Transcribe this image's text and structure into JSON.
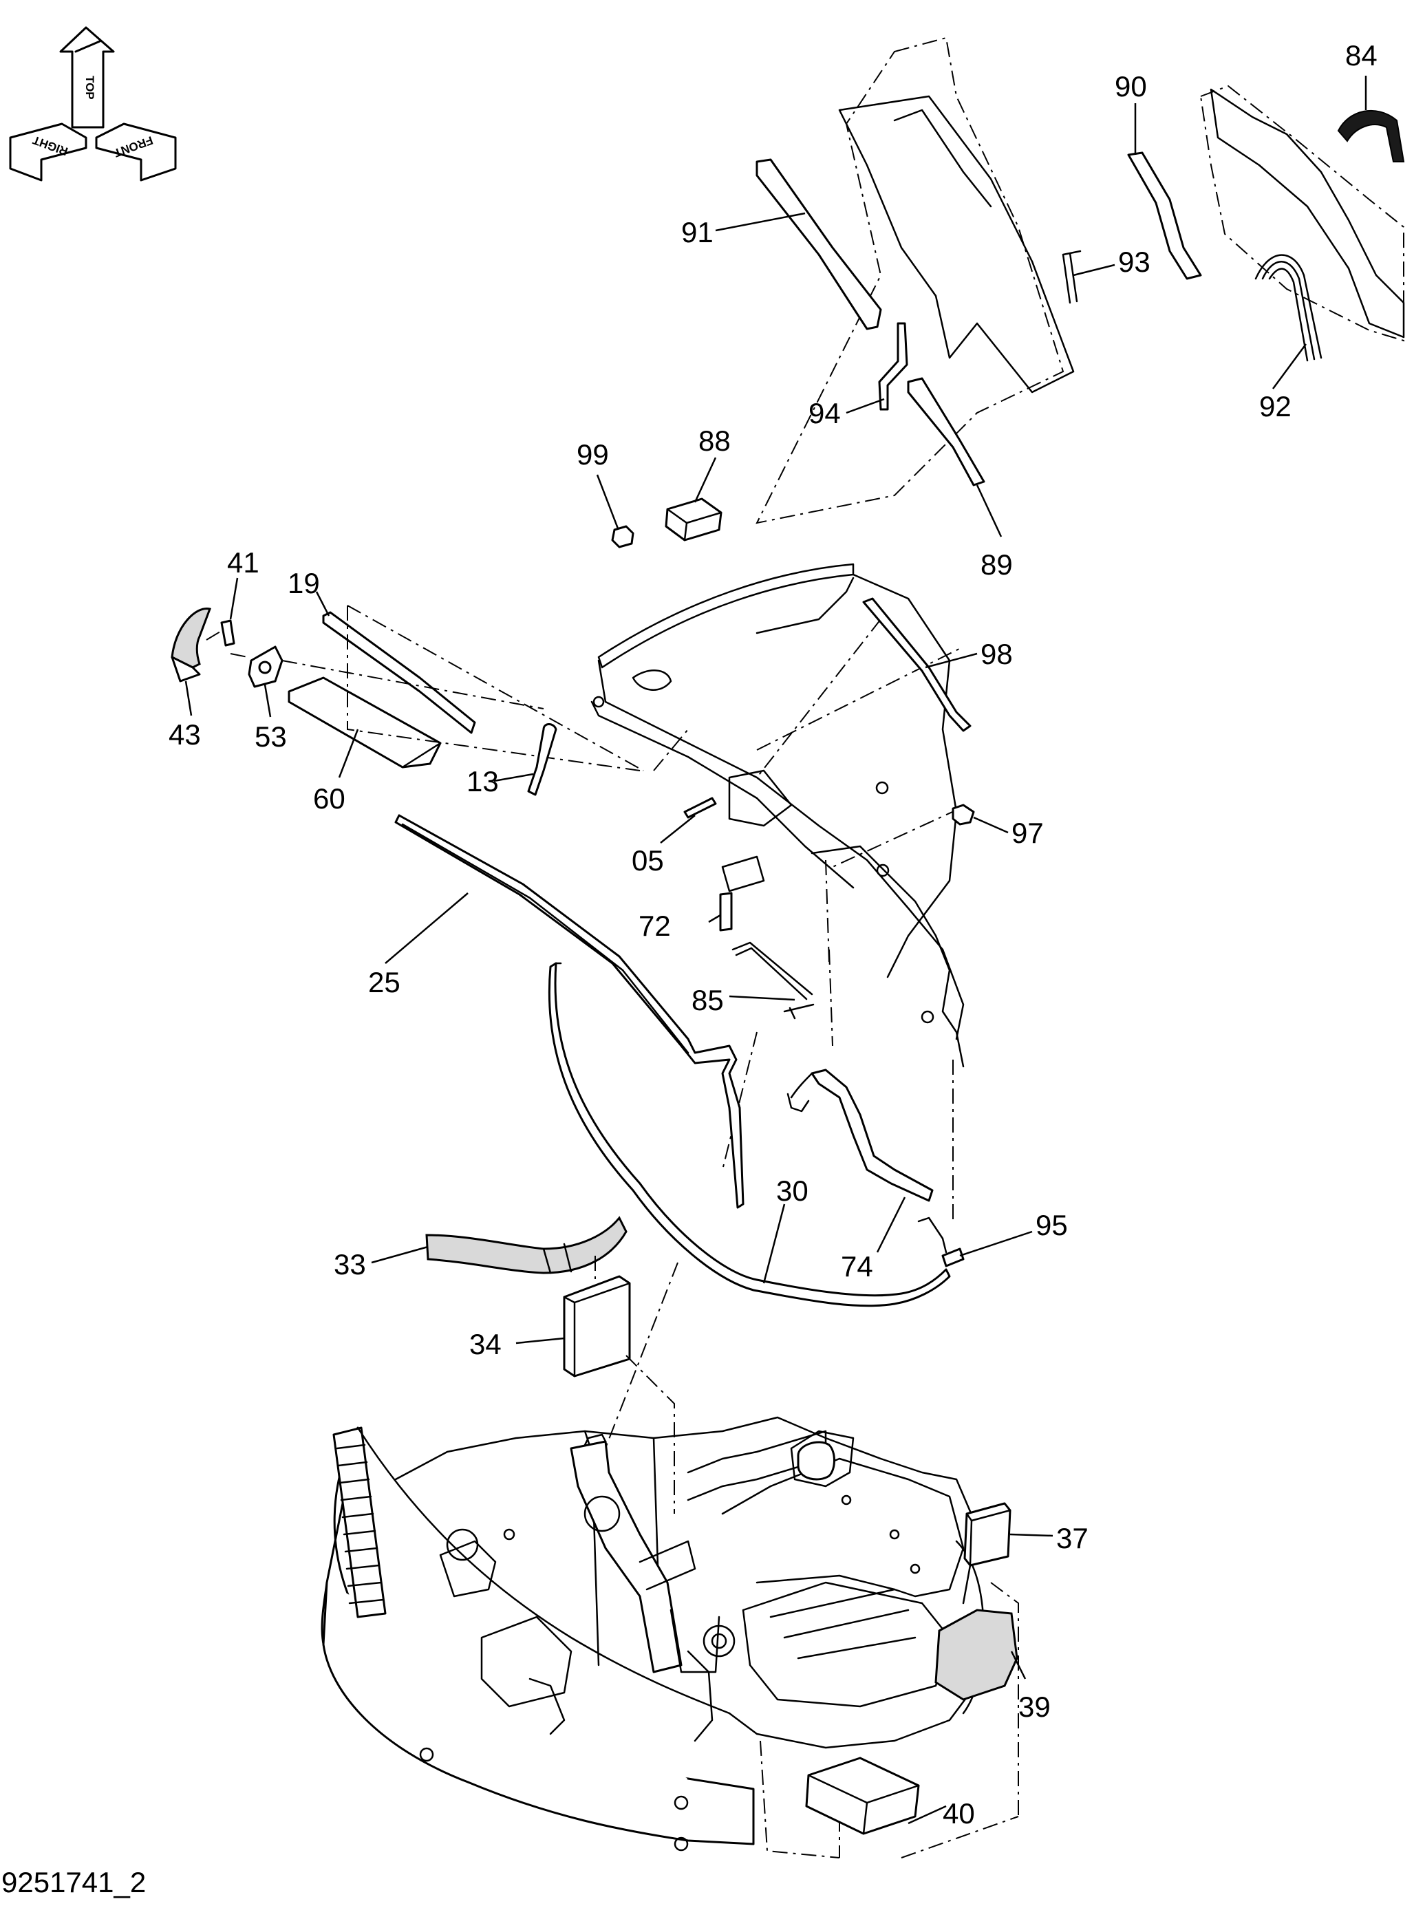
{
  "orientation": {
    "top": "TOP",
    "front": "FRONT",
    "right": "RIGHT"
  },
  "callouts": {
    "p84": "84",
    "p90": "90",
    "p91": "91",
    "p93": "93",
    "p92": "92",
    "p94": "94",
    "p99": "99",
    "p88": "88",
    "p89": "89",
    "p41": "41",
    "p19": "19",
    "p43": "43",
    "p53": "53",
    "p98": "98",
    "p60": "60",
    "p13": "13",
    "p97": "97",
    "p05": "05",
    "p72": "72",
    "p25": "25",
    "p85": "85",
    "p30": "30",
    "p95": "95",
    "p74": "74",
    "p33": "33",
    "p34": "34",
    "p37": "37",
    "p39": "39",
    "p40": "40"
  },
  "drawing_id": "9251741_2"
}
